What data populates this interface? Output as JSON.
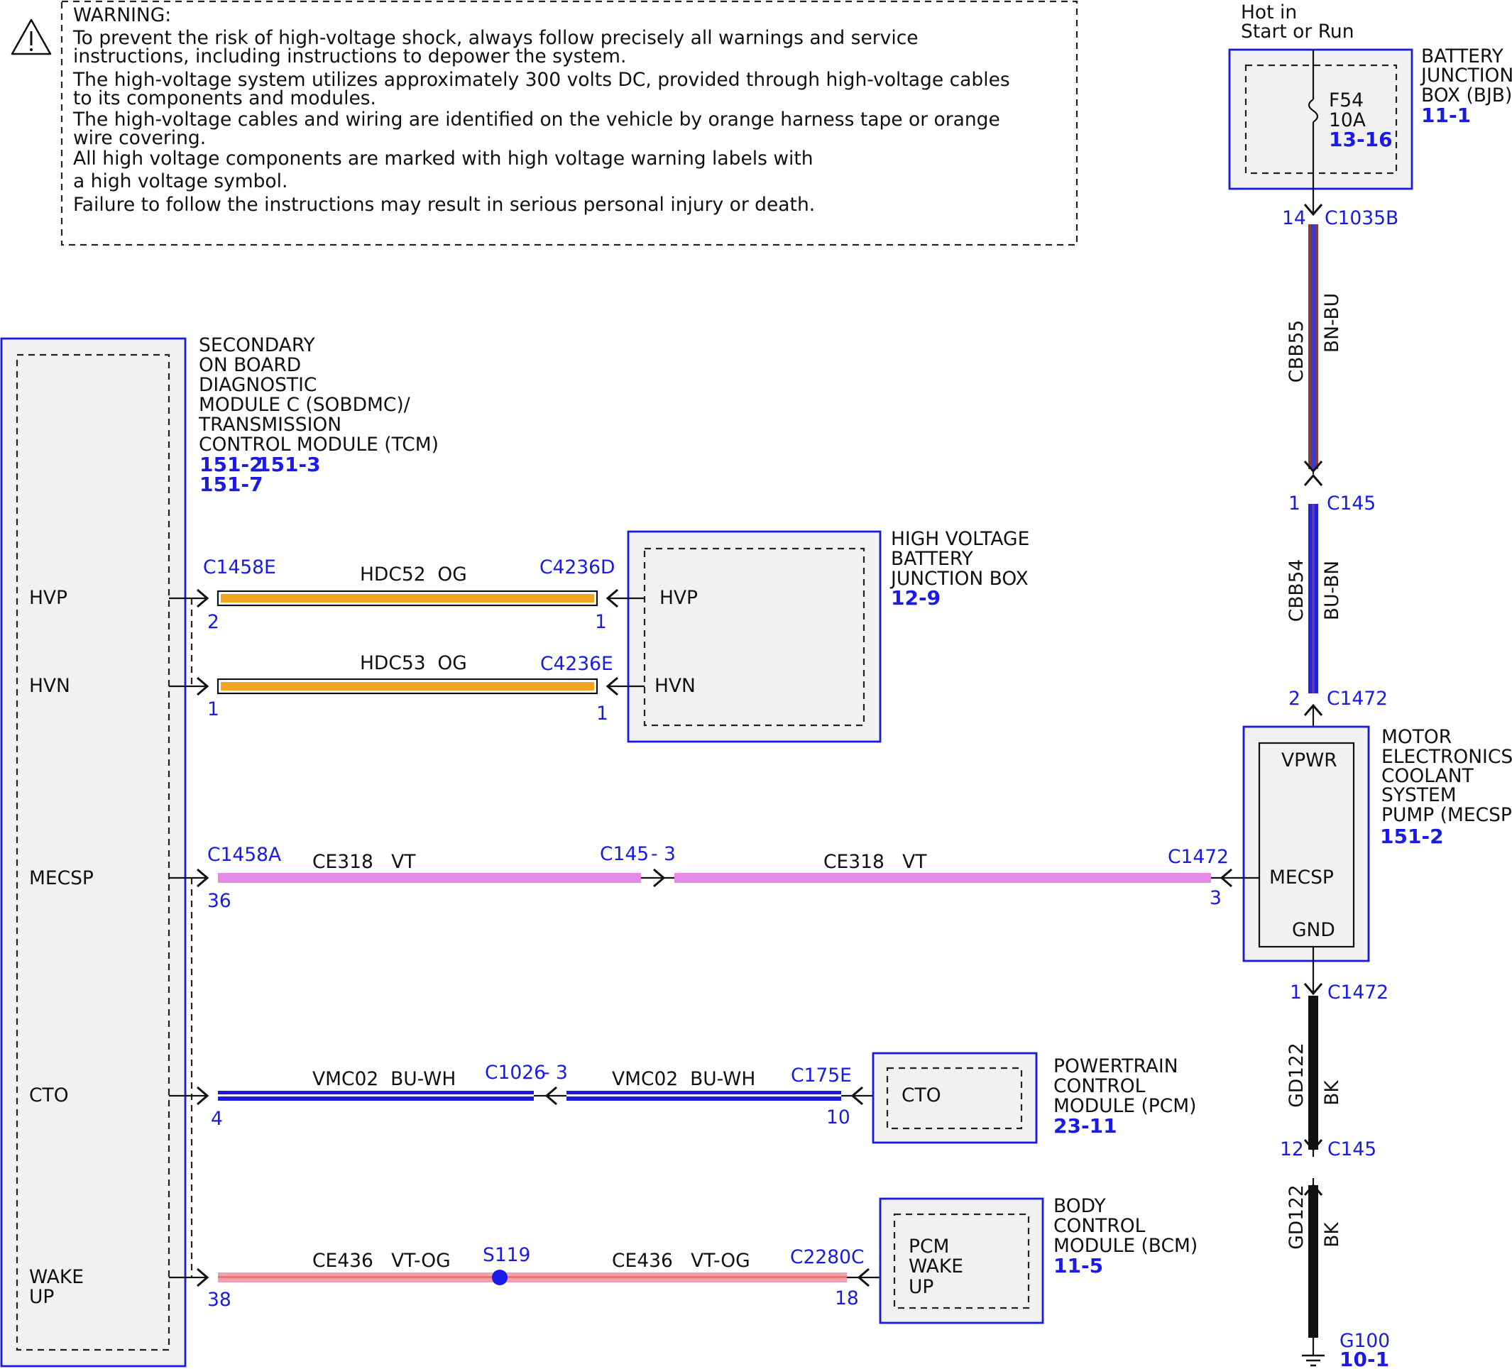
{
  "warning": {
    "lines": [
      "WARNING:",
      "To prevent the risk of high-voltage shock, always follow precisely all warnings and service",
      "instructions, including instructions to depower the system.",
      "The high-voltage system utilizes approximately 300 volts DC, provided through high-voltage cables",
      "to its components and modules.",
      "The high-voltage cables and wiring are identified on the vehicle by orange harness tape or orange",
      "wire covering.",
      "All high voltage components are marked with high voltage warning labels with",
      "a high voltage symbol.",
      "Failure to follow the instructions may result in serious personal injury or death."
    ]
  },
  "power": {
    "hot_line1": "Hot in",
    "hot_line2": "Start or Run"
  },
  "bjb": {
    "name_lines": [
      "BATTERY",
      "JUNCTION",
      "BOX (BJB)"
    ],
    "ref": "11-1",
    "fuse_id": "F54",
    "fuse_rating": "10A",
    "fuse_ref": "13-16"
  },
  "wire_cbb55": {
    "pin_top": "14",
    "connector_top": "C1035B",
    "circuit": "CBB55",
    "color": "BN-BU"
  },
  "wire_cbb54": {
    "pin_top": "1",
    "connector_top": "C145",
    "circuit": "CBB54",
    "color": "BU-BN",
    "pin_bottom": "2",
    "connector_bottom": "C1472"
  },
  "mecsp": {
    "name_lines": [
      "MOTOR",
      "ELECTRONICS",
      "COOLANT",
      "SYSTEM",
      "PUMP (MECSP)"
    ],
    "ref": "151-2",
    "pin_vpwr": "VPWR",
    "pin_mecsp": "MECSP",
    "pin_gnd": "GND"
  },
  "wire_gd122_a": {
    "pin_top": "1",
    "connector_top": "C1472",
    "circuit": "GD122",
    "color": "BK",
    "pin_bottom": "12",
    "connector_bottom": "C145"
  },
  "wire_gd122_b": {
    "circuit": "GD122",
    "color": "BK"
  },
  "ground": {
    "id": "G100",
    "ref": "10-1"
  },
  "sobdmc": {
    "name_lines": [
      "SECONDARY",
      "ON BOARD",
      "DIAGNOSTIC",
      "MODULE C (SOBDMC)/",
      "TRANSMISSION",
      "CONTROL MODULE (TCM)"
    ],
    "ref1": "151-2",
    "ref2": "151-3",
    "ref3": "151-7",
    "pins": [
      "HVP",
      "HVN",
      "MECSP",
      "CTO",
      "WAKE",
      "UP"
    ]
  },
  "hvbjb": {
    "name_lines": [
      "HIGH VOLTAGE",
      "BATTERY",
      "JUNCTION BOX"
    ],
    "ref": "12-9",
    "pin_hvp": "HVP",
    "pin_hvn": "HVN"
  },
  "pcm": {
    "name_lines": [
      "POWERTRAIN",
      "CONTROL",
      "MODULE (PCM)"
    ],
    "ref": "23-11",
    "pin": "CTO"
  },
  "bcm": {
    "name_lines": [
      "BODY",
      "CONTROL",
      "MODULE (BCM)"
    ],
    "ref": "11-5",
    "pin_lines": [
      "PCM",
      "WAKE",
      "UP"
    ]
  },
  "wire_hdc52": {
    "left_connector": "C1458E",
    "left_pin": "2",
    "right_connector": "C4236D",
    "right_pin": "1",
    "label": "HDC52  OG"
  },
  "wire_hdc53": {
    "left_pin": "1",
    "right_connector": "C4236E",
    "right_pin": "1",
    "label": "HDC53  OG"
  },
  "wire_ce318": {
    "left_connector": "C1458A",
    "left_pin": "36",
    "inline_connector": "C145",
    "inline_pin": "- 3",
    "label_left": "CE318   VT",
    "label_right": "CE318   VT",
    "right_connector": "C1472",
    "right_pin": "3"
  },
  "wire_vmc02": {
    "left_pin": "4",
    "inline_connector": "C1026",
    "inline_pin": "- 3",
    "label_left": "VMC02  BU-WH",
    "label_right": "VMC02  BU-WH",
    "right_connector": "C175E",
    "right_pin": "10"
  },
  "wire_ce436": {
    "left_pin": "38",
    "splice": "S119",
    "label_left": "CE436   VT-OG",
    "label_right": "CE436   VT-OG",
    "right_connector": "C2280C",
    "right_pin": "18"
  },
  "colors": {
    "blue": "#1a1ae6",
    "orange": "#f2a320",
    "violet": "#e58ae6",
    "vt_og": "#f0a0b0",
    "brown": "#8b3a2e",
    "black": "#111111",
    "module_fill": "#f1f1f1"
  }
}
